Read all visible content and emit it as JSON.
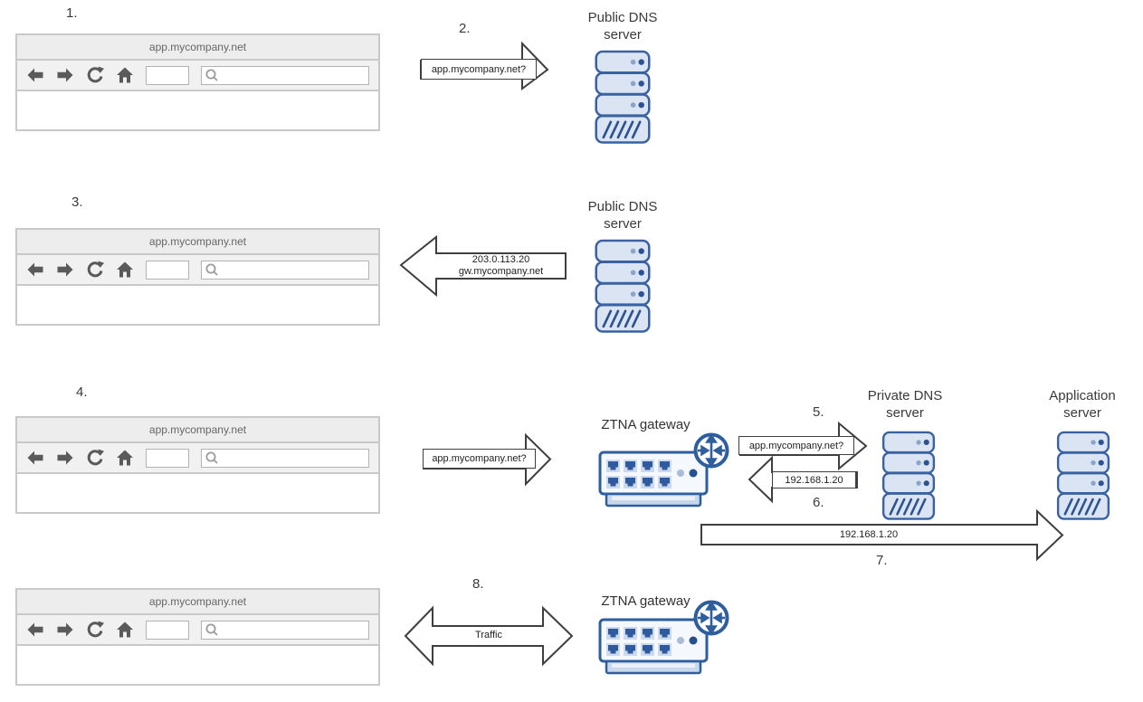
{
  "browser": {
    "url": "app.mycompany.net"
  },
  "steps": [
    "1.",
    "2.",
    "3.",
    "4.",
    "5.",
    "6.",
    "7.",
    "8."
  ],
  "nodes": {
    "public_dns": {
      "line1": "Public DNS",
      "line2": "server"
    },
    "private_dns": {
      "line1": "Private DNS",
      "line2": "server"
    },
    "application_server": {
      "line1": "Application",
      "line2": "server"
    },
    "ztna_gateway": {
      "label": "ZTNA gateway"
    }
  },
  "arrows": {
    "step2_query": "app.mycompany.net?",
    "step3_line1": "203.0.113.20",
    "step3_line2": "gw.mycompany.net",
    "step4_query": "app.mycompany.net?",
    "step5_query": "app.mycompany.net?",
    "step6_response": "192.168.1.20",
    "step7_ip": "192.168.1.20",
    "step8_traffic": "Traffic"
  },
  "colors": {
    "icon_stroke_blue": "#2e5e9e",
    "icon_fill_blue": "#dbe4f3",
    "dot_light": "#8aa5cc",
    "dot_dark": "#2d5293",
    "arrow_outline": "#3f3f3f",
    "browser_chrome": "#c9c9c9"
  }
}
